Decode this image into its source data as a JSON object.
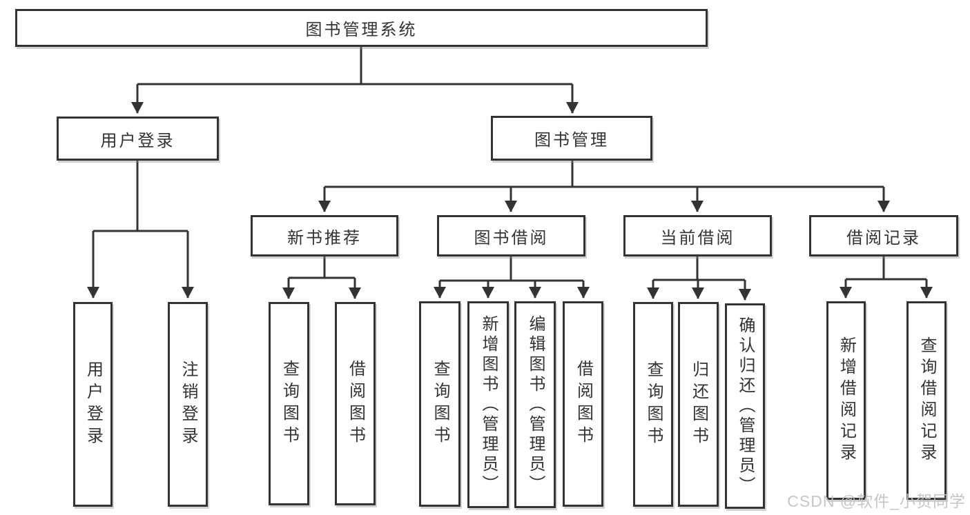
{
  "tree": {
    "label": "图书管理系统",
    "children": [
      {
        "label": "用户登录",
        "children": [
          {
            "label": "用户登录"
          },
          {
            "label": "注销登录"
          }
        ]
      },
      {
        "label": "图书管理",
        "children": [
          {
            "label": "新书推荐",
            "children": [
              {
                "label": "查询图书"
              },
              {
                "label": "借阅图书"
              }
            ]
          },
          {
            "label": "图书借阅",
            "children": [
              {
                "label": "查询图书"
              },
              {
                "label": "新增图书（管理员）"
              },
              {
                "label": "编辑图书（管理员）"
              },
              {
                "label": "借阅图书"
              }
            ]
          },
          {
            "label": "当前借阅",
            "children": [
              {
                "label": "查询图书"
              },
              {
                "label": "归还图书"
              },
              {
                "label": "确认归还（管理员）"
              }
            ]
          },
          {
            "label": "借阅记录",
            "children": [
              {
                "label": "新增借阅记录"
              },
              {
                "label": "查询借阅记录"
              }
            ]
          }
        ]
      }
    ]
  },
  "watermark": "CSDN @软件_小贺同学",
  "colors": {
    "line": "#333333",
    "border": "#333333",
    "text": "#333333",
    "background": "#ffffff",
    "watermark": "#c3c3c3"
  }
}
